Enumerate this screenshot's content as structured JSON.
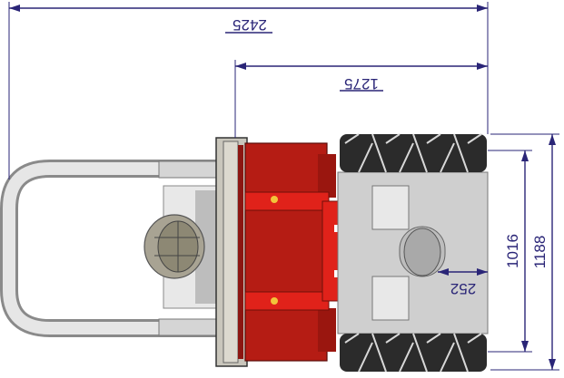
{
  "drawing": {
    "view": "top view",
    "colors": {
      "dimension": "#2a2577",
      "body_red": "#b51c14",
      "component_red": "#e0221a",
      "tire": "#2b2b2b",
      "frame_gray": "#cfcfcf",
      "handle": "#d9d9d9"
    },
    "dimensions": {
      "overall_length": "2425",
      "body_length": "1275",
      "track_width": "1016",
      "overall_width": "1188",
      "small_offset": "252"
    }
  }
}
